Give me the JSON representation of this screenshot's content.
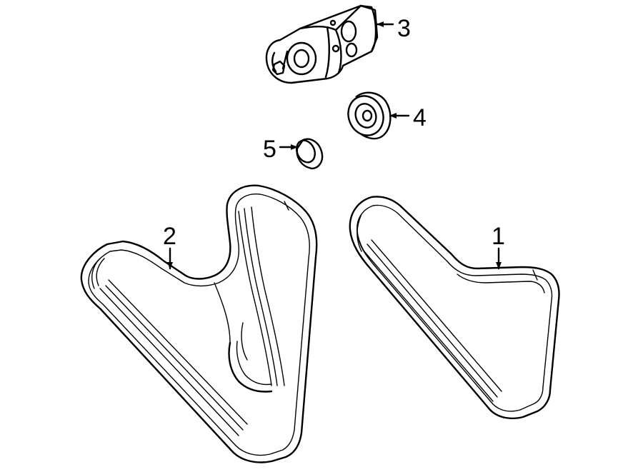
{
  "callouts": [
    {
      "id": "1",
      "label": "1",
      "part": "belt"
    },
    {
      "id": "2",
      "label": "2",
      "part": "belt"
    },
    {
      "id": "3",
      "label": "3",
      "part": "tensioner"
    },
    {
      "id": "4",
      "label": "4",
      "part": "idler-pulley"
    },
    {
      "id": "5",
      "label": "5",
      "part": "dust-cap"
    }
  ]
}
